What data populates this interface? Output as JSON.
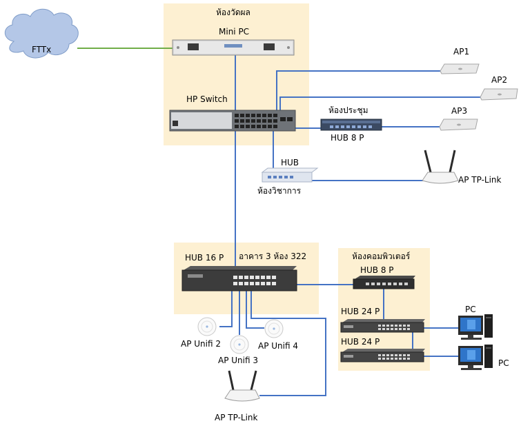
{
  "zones": {
    "upper_room": "ห้องวัดผล",
    "building": "อาคาร 3 ห้อง 322",
    "computer_room": "ห้องคอมพิวเตอร์",
    "meeting_room": "ห้องประชุม",
    "academic_room": "ห้องวิชาการ"
  },
  "nodes": {
    "fttx": "FTTx",
    "mini_pc": "Mini PC",
    "hp_switch": "HP Switch",
    "ap1": "AP1",
    "ap2": "AP2",
    "ap3": "AP3",
    "hub_8p_meeting": "HUB 8 P",
    "hub_academic": "HUB",
    "ap_tplink_top": "AP TP-Link",
    "hub_16p": "HUB 16 P",
    "hub_8p_comp": "HUB 8 P",
    "hub_24p_a": "HUB 24 P",
    "hub_24p_b": "HUB 24 P",
    "pc_a": "PC",
    "pc_b": "PC",
    "ap_unifi_2": "AP Unifi 2",
    "ap_unifi_3": "AP Unifi 3",
    "ap_unifi_4": "AP Unifi 4",
    "ap_tplink_bottom": "AP TP-Link"
  },
  "colors": {
    "zone_fill": "#fdf0d2",
    "link": "#4472c4",
    "fiber_link": "#70ad47",
    "cloud": "#b4c7e7"
  }
}
